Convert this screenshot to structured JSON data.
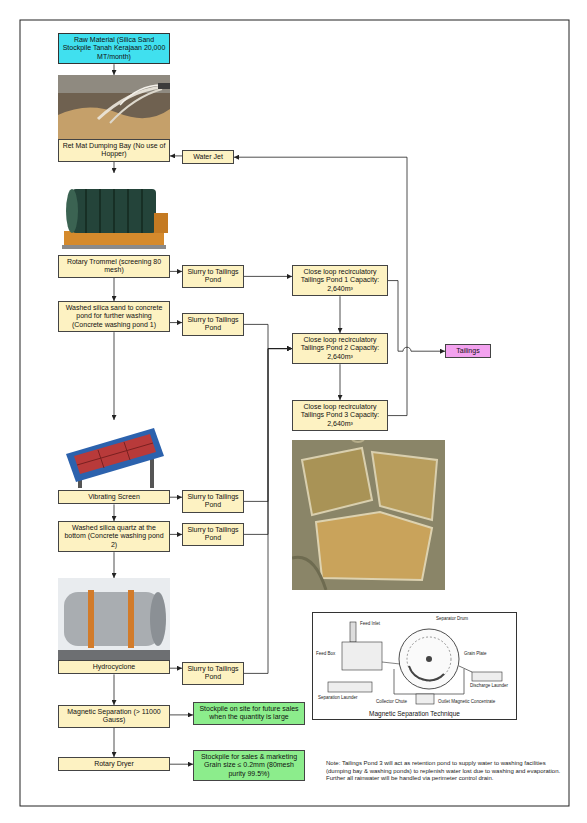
{
  "diagram": {
    "nodes": [
      {
        "text": [
          "Raw Material (Silica Sand Stockpile Tanah Kerajaan 20,000 MT/month)"
        ]
      },
      {
        "text": [
          "Ret Mat Dumping Bay (No use of Hopper)"
        ]
      },
      {
        "text": [
          "Water Jet"
        ]
      },
      {
        "text": [
          "Rotary Trommel (screening 80 mesh)"
        ]
      },
      {
        "text": [
          "Slurry to Tailings Pond"
        ]
      },
      {
        "text": [
          "Close loop recirculatory Tailings Pond 1 Capacity: 2,640m³"
        ]
      },
      {
        "text": [
          "Washed silica sand to concrete pond for further washing (Concrete washing pond 1)"
        ]
      },
      {
        "text": [
          "Slurry to Tailings Pond"
        ]
      },
      {
        "text": [
          "Close loop recirculatory Tailings Pond 2 Capacity: 2,640m³"
        ]
      },
      {
        "text": [
          "Tailings"
        ]
      },
      {
        "text": [
          "Close loop recirculatory Tailings Pond 3 Capacity: 2,640m³"
        ]
      },
      {
        "text": [
          "Vibrating Screen"
        ]
      },
      {
        "text": [
          "Slurry to Tailings Pond"
        ]
      },
      {
        "text": [
          "Washed silica quartz at the bottom (Concrete washing pond 2)"
        ]
      },
      {
        "text": [
          "Slurry to Tailings Pond"
        ]
      },
      {
        "text": [
          "Hydrocyclone"
        ]
      },
      {
        "text": [
          "Slurry to Tailings Pond"
        ]
      },
      {
        "text": [
          "Magnetic Separation Technique"
        ]
      },
      {
        "text": [
          "Magnetic Separation (> 11000 Gauss)"
        ]
      },
      {
        "text": [
          "Stockpile on site for future sales when the quantity is large"
        ]
      },
      {
        "text": [
          "Rotary Dryer"
        ]
      },
      {
        "text": [
          "Stockpile for sales & marketing Grain size ≤ 0.2mm (80mesh purity 99.5%)"
        ]
      }
    ],
    "edges": [
      {
        "from": 0,
        "to": 1,
        "arrow": "to"
      },
      {
        "from": 2,
        "to": 1,
        "arrow": "to"
      },
      {
        "from": 1,
        "to": 3,
        "arrow": "to"
      },
      {
        "from": 3,
        "to": 4,
        "arrow": "to"
      },
      {
        "from": 4,
        "to": 5,
        "arrow": "to"
      },
      {
        "from": 3,
        "to": 6,
        "arrow": "to"
      },
      {
        "from": 6,
        "to": 7,
        "arrow": "to"
      },
      {
        "from": 7,
        "to": 8,
        "arrow": "to"
      },
      {
        "from": 5,
        "to": 8,
        "arrow": "to"
      },
      {
        "from": 8,
        "to": 10,
        "arrow": "to"
      },
      {
        "from": 5,
        "to": 9,
        "arrow": "to"
      },
      {
        "from": 10,
        "to": 2,
        "arrow": "to"
      },
      {
        "from": 6,
        "to": 11,
        "arrow": "to"
      },
      {
        "from": 11,
        "to": 12,
        "arrow": "to"
      },
      {
        "from": 12,
        "to": 8,
        "arrow": "to"
      },
      {
        "from": 11,
        "to": 13,
        "arrow": "to"
      },
      {
        "from": 13,
        "to": 14,
        "arrow": "to"
      },
      {
        "from": 14,
        "to": 8,
        "arrow": "to"
      },
      {
        "from": 13,
        "to": 15,
        "arrow": "to"
      },
      {
        "from": 15,
        "to": 16,
        "arrow": "to"
      },
      {
        "from": 16,
        "to": 8,
        "arrow": "to"
      },
      {
        "from": 15,
        "to": 18,
        "arrow": "to"
      },
      {
        "from": 18,
        "to": 19,
        "arrow": "to"
      },
      {
        "from": 18,
        "to": 20,
        "arrow": "to"
      },
      {
        "from": 20,
        "to": 21,
        "arrow": "to"
      }
    ],
    "labels": [
      "Separator Drum",
      "Feed Inlet",
      "Feed Box",
      "Grain Plate",
      "Discharge Launder",
      "Separation Launder",
      "Collector Chute",
      "Outlet Magnetic Concentrate",
      "Note: Tailings Pond 3 will act as retention pond to supply water to washing facilities (dumping bay & washing ponds) to replenish water lost due to washing and evaporation. Further all rainwater will be handled via perimeter control drain."
    ]
  }
}
